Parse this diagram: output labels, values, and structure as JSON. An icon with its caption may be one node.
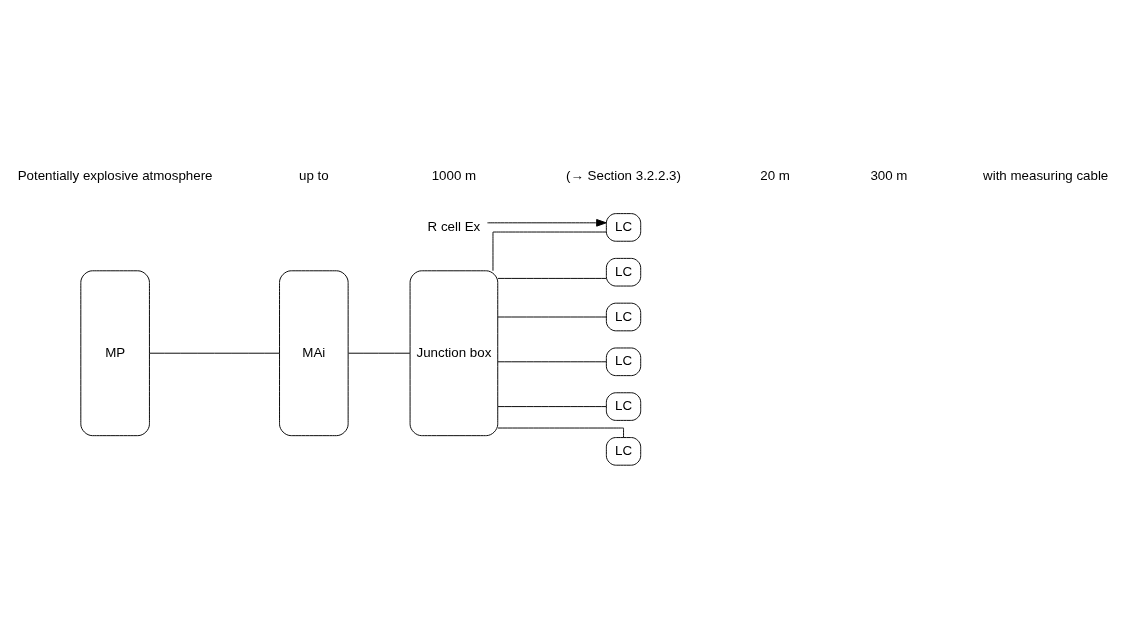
{
  "diagram": {
    "nodes": [
      {
        "text": [
          "MP"
        ]
      },
      {
        "text": [
          "MAi"
        ]
      },
      {
        "text": [
          "Junction box"
        ]
      },
      {
        "text": [
          "LC"
        ]
      },
      {
        "text": [
          "LC"
        ]
      },
      {
        "text": [
          "LC"
        ]
      },
      {
        "text": [
          "LC"
        ]
      },
      {
        "text": [
          "LC"
        ]
      },
      {
        "text": [
          "LC"
        ]
      },
      {
        "text": [
          "R cell Ex"
        ]
      }
    ],
    "edges": [
      {
        "from": 0,
        "to": 1,
        "arrow": "none"
      },
      {
        "from": 1,
        "to": 2,
        "arrow": "none"
      },
      {
        "from": 2,
        "to": 3,
        "arrow": "none"
      },
      {
        "from": 2,
        "to": 4,
        "arrow": "none"
      },
      {
        "from": 2,
        "to": 5,
        "arrow": "none"
      },
      {
        "from": 2,
        "to": 6,
        "arrow": "none"
      },
      {
        "from": 2,
        "to": 7,
        "arrow": "none"
      },
      {
        "from": 2,
        "to": 8,
        "arrow": "none"
      },
      {
        "from": 9,
        "to": 3,
        "arrow": "to"
      }
    ],
    "labels": [
      "Potentially explosive atmosphere",
      "up to",
      "1000 m",
      "(→ Section 3.2.2.3)",
      "20 m",
      "300 m",
      "with measuring cable"
    ]
  }
}
